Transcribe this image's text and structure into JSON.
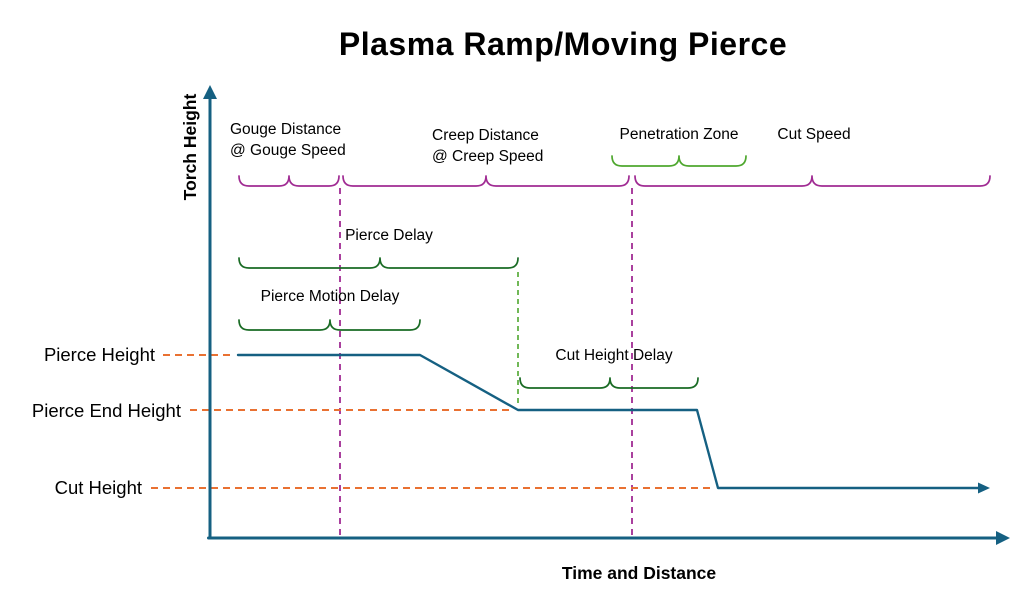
{
  "title": "Plasma Ramp/Moving Pierce",
  "axes": {
    "y_label": "Torch Height",
    "x_label": "Time and Distance"
  },
  "zone_labels": {
    "gouge_line1": "Gouge Distance",
    "gouge_line2": "@ Gouge Speed",
    "creep_line1": "Creep Distance",
    "creep_line2": "@ Creep Speed",
    "penetration": "Penetration Zone",
    "cut_speed": "Cut Speed"
  },
  "delay_labels": {
    "pierce_delay": "Pierce Delay",
    "pierce_motion_delay": "Pierce Motion Delay",
    "cut_height_delay": "Cut Height Delay"
  },
  "height_labels": {
    "pierce_height": "Pierce Height",
    "pierce_end_height": "Pierce End Height",
    "cut_height": "Cut Height"
  },
  "colors": {
    "curve": "#156082",
    "height_line": "#e97132",
    "zone_line": "#a02b93",
    "delay_brace": "#196b24",
    "penetration_brace": "#4ea72e",
    "text": "#000000"
  }
}
